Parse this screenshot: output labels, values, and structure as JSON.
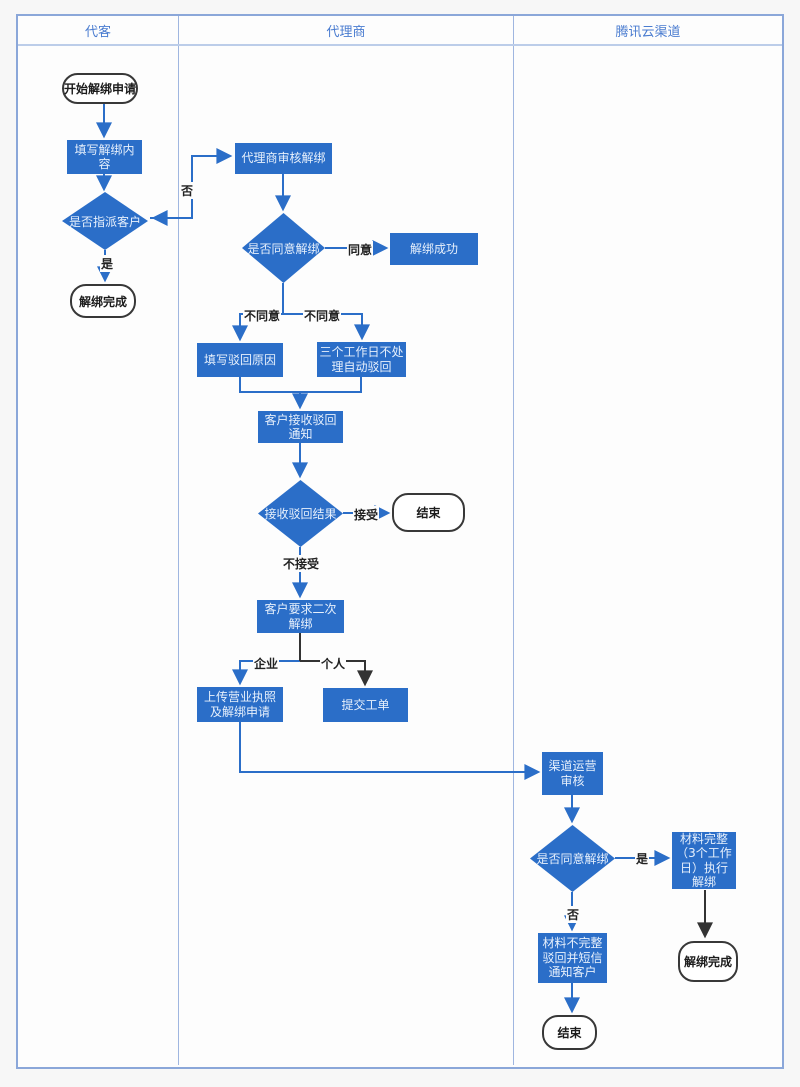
{
  "lanes": {
    "customer": "代客",
    "agent": "代理商",
    "channel": "腾讯云渠道"
  },
  "nodes": {
    "start": "开始解绑申请",
    "fill_unbind": "填写解绑内容",
    "assign_decision": "是否指派客户",
    "unbind_done1": "解绑完成",
    "agent_review": "代理商审核解绑",
    "agree_decision1": "是否同意解绑",
    "unbind_success": "解绑成功",
    "fill_reject_reason": "填写驳回原因",
    "auto_reject": "三个工作日不处理自动驳回",
    "receive_notice": "客户接收驳回通知",
    "reject_result": "接收驳回结果",
    "end1": "结束",
    "second_unbind": "客户要求二次解绑",
    "upload_license": "上传营业执照及解绑申请",
    "submit_ticket": "提交工单",
    "channel_review": "渠道运营审核",
    "agree_decision2": "是否同意解绑",
    "complete_execute": "材料完整（3个工作日）执行解绑",
    "incomplete_reject": "材料不完整驳回并短信通知客户",
    "unbind_done2": "解绑完成",
    "end2": "结束"
  },
  "edges": {
    "yes1": "是",
    "no1": "否",
    "agree": "同意",
    "disagree_left": "不同意",
    "disagree_right": "不同意",
    "accept": "接受",
    "not_accept": "不接受",
    "enterprise": "企业",
    "personal": "个人",
    "yes2": "是",
    "no2": "否"
  },
  "colors": {
    "shape_blue": "#2b6ec8",
    "connector_blue": "#2b6ec8",
    "connector_black": "#333333",
    "lane_border": "#8ba7d9",
    "header_text": "#4a7cd0",
    "page_background": "#f7f7f7"
  }
}
